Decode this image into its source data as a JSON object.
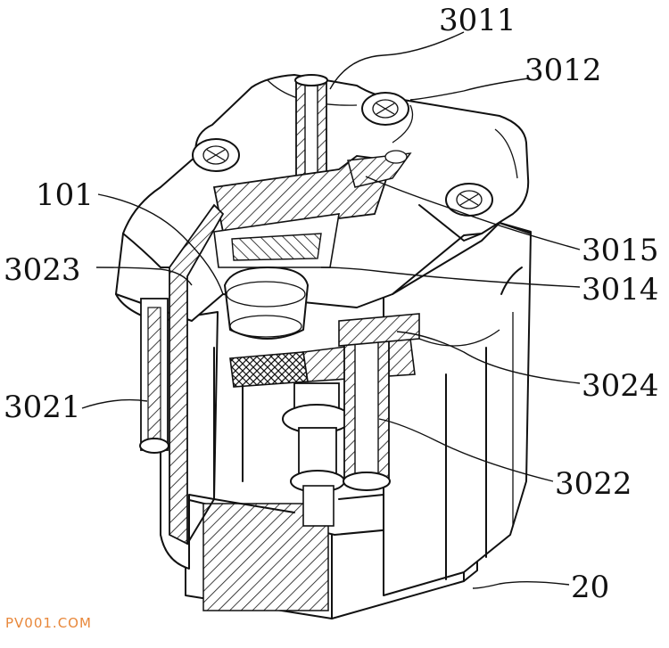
{
  "labels": {
    "l3011": "3011",
    "l3012": "3012",
    "l101": "101",
    "l3015": "3015",
    "l3023": "3023",
    "l3014": "3014",
    "l3024": "3024",
    "l3021": "3021",
    "l3022": "3022",
    "l20": "20"
  },
  "watermark": "PV001.COM",
  "colors": {
    "line": "#111111",
    "watermark": "#e8873a"
  }
}
